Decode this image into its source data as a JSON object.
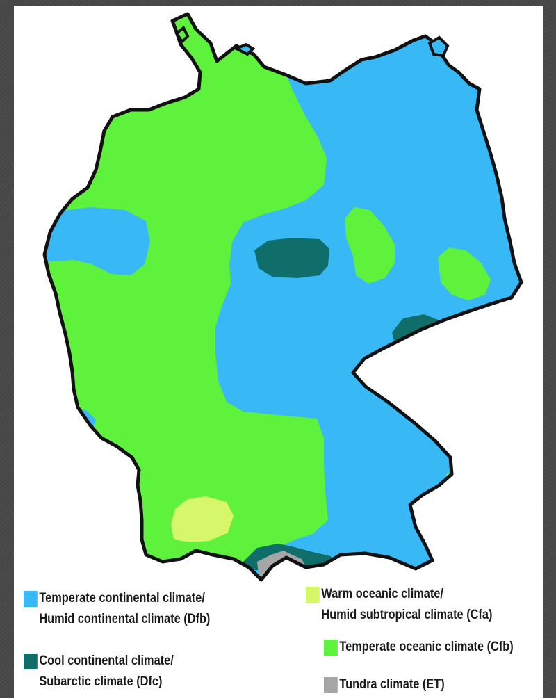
{
  "legend": [
    {
      "lines": [
        "Temperate continental climate/",
        "Humid continental climate (Dfb)"
      ],
      "color": "#38b8f4"
    },
    {
      "lines": [
        "Warm oceanic climate/",
        "Humid subtropical climate (Cfa)"
      ],
      "color": "#d6f76a"
    },
    {
      "lines": [
        "Temperate oceanic climate (Cfb)"
      ],
      "color": "#5ef23c"
    },
    {
      "lines": [
        "Cool continental climate/",
        "Subarctic climate (Dfc)"
      ],
      "color": "#0f6e6a"
    },
    {
      "lines": [
        "Tundra climate (ET)"
      ],
      "color": "#a6a6a6"
    }
  ],
  "map": {
    "region": "Germany",
    "colors": {
      "dfb": "#38b8f4",
      "cfa": "#d6f76a",
      "cfb": "#5ef23c",
      "dfc": "#0f6e6a",
      "et": "#a6a6a6",
      "border": "#111111"
    }
  }
}
